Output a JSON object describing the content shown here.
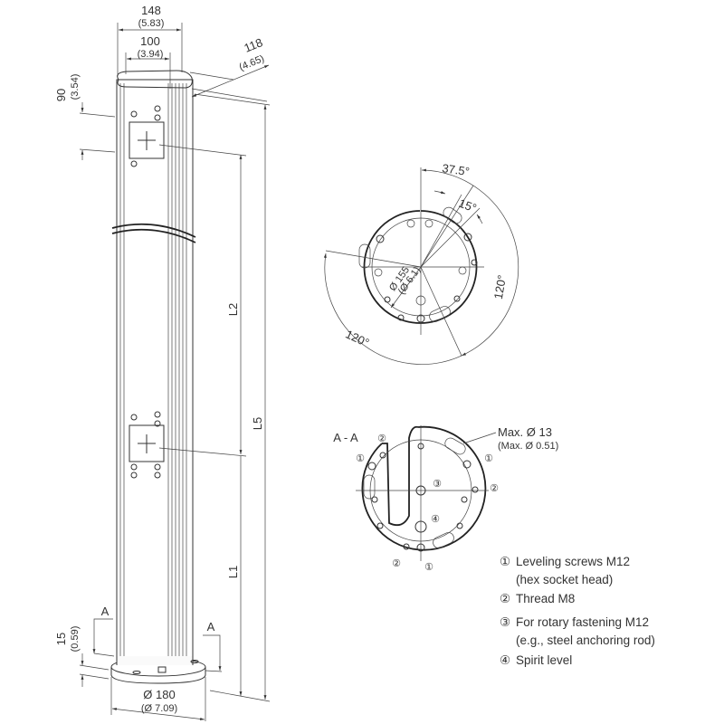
{
  "front_view": {
    "width_148": "148",
    "width_148_in": "(5.83)",
    "width_100": "100",
    "width_100_in": "(3.94)",
    "depth_118": "118",
    "depth_118_in": "(4.65)",
    "top_90": "90",
    "top_90_in": "(3.54)",
    "l2": "L2",
    "l5": "L5",
    "l1": "L1",
    "base_15": "15",
    "base_15_in": "(0.59)",
    "section_a_left": "A",
    "section_a_right": "A",
    "base_dia": "Ø 180",
    "base_dia_in": "(Ø 7.09)"
  },
  "top_view": {
    "angle_37": "37.5°",
    "angle_15": "15°",
    "angle_120_right": "120°",
    "angle_120_bottom": "120°",
    "dia_155": "Ø 155",
    "dia_155_in": "(Ø 6.1)"
  },
  "section_view": {
    "title": "A - A",
    "max_dia": "Max. Ø 13",
    "max_dia_in": "(Max. Ø 0.51)",
    "callouts": [
      "①",
      "②",
      "③",
      "④"
    ]
  },
  "legend": [
    {
      "marker": "①",
      "text": "Leveling screws M12",
      "sub": "(hex socket head)"
    },
    {
      "marker": "②",
      "text": "Thread M8"
    },
    {
      "marker": "③",
      "text": "For rotary fastening M12",
      "sub": "(e.g., steel anchoring rod)"
    },
    {
      "marker": "④",
      "text": "Spirit level"
    }
  ]
}
